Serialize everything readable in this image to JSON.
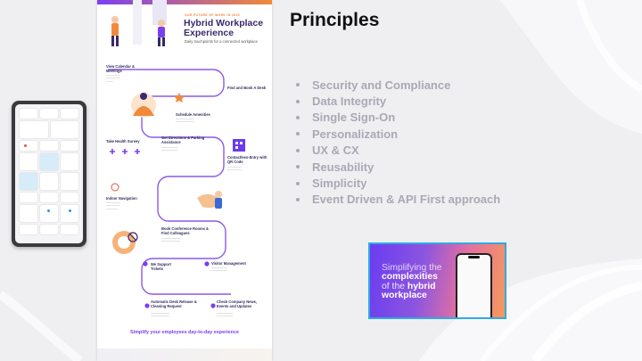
{
  "slide": {
    "title": "Principles",
    "principles": [
      "Security and Compliance",
      "Data Integrity",
      "Single Sign-On",
      "Personalization",
      "UX & CX",
      "Reusability",
      "Simplicity",
      "Event Driven & API First approach"
    ]
  },
  "infographic": {
    "kicker": "OUR FUTURE OF WORK IN 2025",
    "title": "Hybrid Workplace Experience",
    "subtitle": "Daily touchpoints for a connected workplace",
    "steps": [
      "View Calendar & Meetings",
      "Find and Book A Desk",
      "Schedule Amenities",
      "Take Health Survey",
      "Get Directions & Parking Assistance",
      "Contactless-Entry with QR Code",
      "Indoor Navigation",
      "Book Conference Rooms & Find Colleagues",
      "Visitor Management",
      "We Support Tickets",
      "Automatic Desk Release & Cleaning Request",
      "Check Company News, Events and Updates"
    ],
    "footer": "Simplify your employees day-to-day experience"
  },
  "video": {
    "line1": "Simplifying the",
    "line2": "complexities",
    "line3_pre": "of the",
    "line3_bold": "hybrid",
    "line4": "workplace"
  },
  "colors": {
    "accent_purple": "#7b3ff2",
    "accent_orange": "#f08a3a",
    "bullet_gray": "#a9a9b3",
    "video_border": "#30a9e6"
  }
}
